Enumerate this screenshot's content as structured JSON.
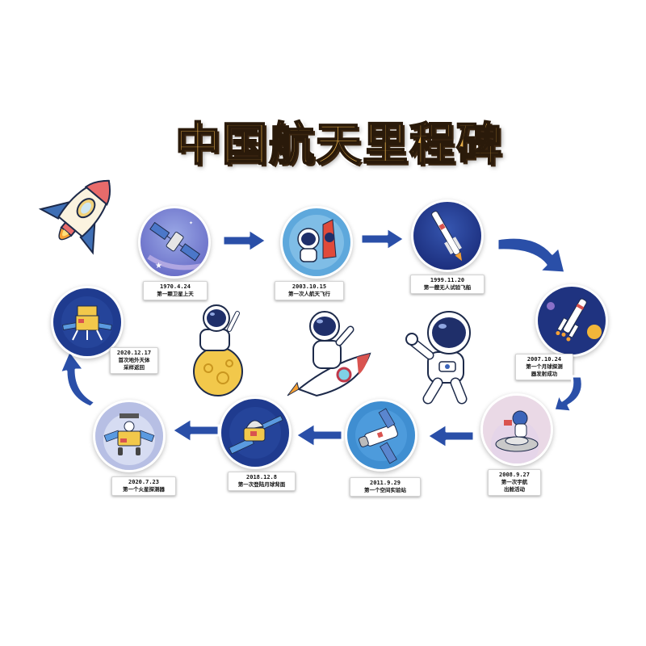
{
  "title": "中国航天里程碑",
  "colors": {
    "title_fill": "#e8b04a",
    "title_outline": "#2a1a0a",
    "arrow_blue": "#2a4fa8",
    "night_blue": "#1f3b8f",
    "light_blue": "#5ea8dc",
    "lavender": "#b7bfe4",
    "pink_haze": "#ead9e6"
  },
  "milestones": [
    {
      "order": 1,
      "date": "1970.4.24",
      "desc": "第一颗卫星上天",
      "icon": "satellite"
    },
    {
      "order": 2,
      "date": "2003.10.15",
      "desc": "第一次人航天飞行",
      "icon": "astronaut-with-rocket"
    },
    {
      "order": 3,
      "date": "1999.11.20",
      "desc": "第一艘无人试验飞船",
      "icon": "launch-rocket"
    },
    {
      "order": 4,
      "date": "2007.10.24",
      "desc": "第一个月球探测器发射成功",
      "desc_lines": [
        "第一个月球探测",
        "器发射成功"
      ],
      "icon": "lunar-rocket"
    },
    {
      "order": 5,
      "date": "2008.9.27",
      "desc": "第一次宇航出舱活动",
      "desc_lines": [
        "第一次宇航",
        "出舱活动"
      ],
      "icon": "spacewalk"
    },
    {
      "order": 6,
      "date": "2011.9.29",
      "desc": "第一个空间实验站",
      "icon": "space-station"
    },
    {
      "order": 7,
      "date": "2018.12.8",
      "desc": "第一次登陆月球背面",
      "icon": "lunar-probe"
    },
    {
      "order": 8,
      "date": "2020.7.23",
      "desc": "第一个火星探测器",
      "icon": "mars-rover"
    },
    {
      "order": 9,
      "date": "2020.12.17",
      "desc": "首次地外天体采样返回",
      "desc_lines": [
        "首次地外天体",
        "采样返回"
      ],
      "icon": "lunar-lander"
    }
  ],
  "decorations": [
    "rocket-sticker",
    "astronaut-on-moon",
    "astronaut-on-rocket",
    "astronaut-waving"
  ]
}
